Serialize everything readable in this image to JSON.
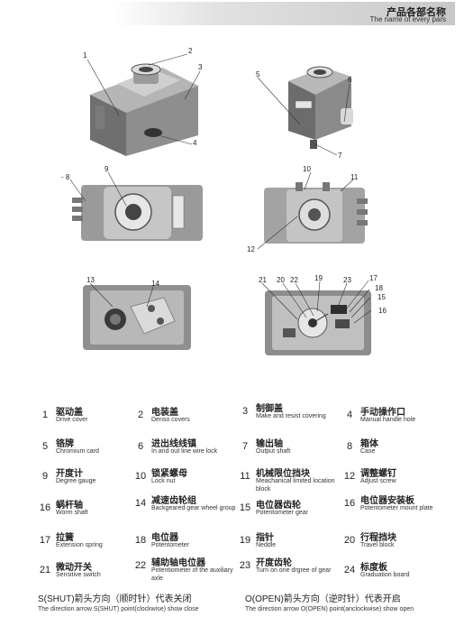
{
  "header": {
    "title_cn": "产品各部名称",
    "title_en": "The name of every pars"
  },
  "callouts": [
    "1",
    "2",
    "3",
    "4",
    "5",
    "6",
    "7",
    "- 8",
    "9",
    "10",
    "11",
    "12",
    "13",
    "14",
    "21",
    "20",
    "22",
    "19",
    "23",
    "17",
    "18",
    "15",
    "16"
  ],
  "parts": [
    {
      "num": "1",
      "cn": "驱动盖",
      "en": "Drive cover"
    },
    {
      "num": "2",
      "cn": "电装盖",
      "en": "Denso covers"
    },
    {
      "num": "3",
      "cn": "制御盖",
      "en": "Make and resist covering"
    },
    {
      "num": "4",
      "cn": "手动操作口",
      "en": "Manual handle hole"
    },
    {
      "num": "5",
      "cn": "铬牌",
      "en": "Chromium card"
    },
    {
      "num": "6",
      "cn": "进出线线镇",
      "en": "In and out  line wire lock"
    },
    {
      "num": "7",
      "cn": "输出轴",
      "en": "Output shaft"
    },
    {
      "num": "8",
      "cn": "箱体",
      "en": "Case"
    },
    {
      "num": "9",
      "cn": "开度计",
      "en": "Degree gauge"
    },
    {
      "num": "10",
      "cn": "锁紧螺母",
      "en": "Lock nut"
    },
    {
      "num": "11",
      "cn": "机械限位挡块",
      "en": "Meachanical limited location block"
    },
    {
      "num": "12",
      "cn": "调整螺钉",
      "en": "Adjust screw"
    },
    {
      "num": "16",
      "cn": "蜗杆轴",
      "en": "Worm shaft"
    },
    {
      "num": "14",
      "cn": "减速齿轮组",
      "en": "Backgeared gear wheel group"
    },
    {
      "num": "15",
      "cn": "电位器齿轮",
      "en": "Potentometer gear"
    },
    {
      "num": "16",
      "cn": "电位器安装板",
      "en": "Potentometer mount plate"
    },
    {
      "num": "17",
      "cn": "拉簧",
      "en": "Extension spring"
    },
    {
      "num": "18",
      "cn": "电位器",
      "en": "Potentometer"
    },
    {
      "num": "19",
      "cn": "指针",
      "en": "Neddle"
    },
    {
      "num": "20",
      "cn": "行程挡块",
      "en": "Travel block"
    },
    {
      "num": "21",
      "cn": "微动开关",
      "en": "Sensitive switch"
    },
    {
      "num": "22",
      "cn": "辅助轴电位器",
      "en": "Potentiometer of the auxiliary axle"
    },
    {
      "num": "23",
      "cn": "开度齿轮",
      "en": "Turn on one drgree of gear"
    },
    {
      "num": "24",
      "cn": "标度板",
      "en": "Graduation board"
    }
  ],
  "notes": {
    "shut_cn": "S(SHUT)箭头方向（顺时针）代表关闭",
    "shut_en": "The direction arrow S(SHUT) point(clockwise) show close",
    "open_cn": "O(OPEN)箭头方向（逆时针）代表开启",
    "open_en": "The direction arrow O(OPEN) point(anclockwise) show open"
  },
  "colors": {
    "metal": "#8a8a8a",
    "band": "#d6d6d6",
    "line": "#333333"
  }
}
